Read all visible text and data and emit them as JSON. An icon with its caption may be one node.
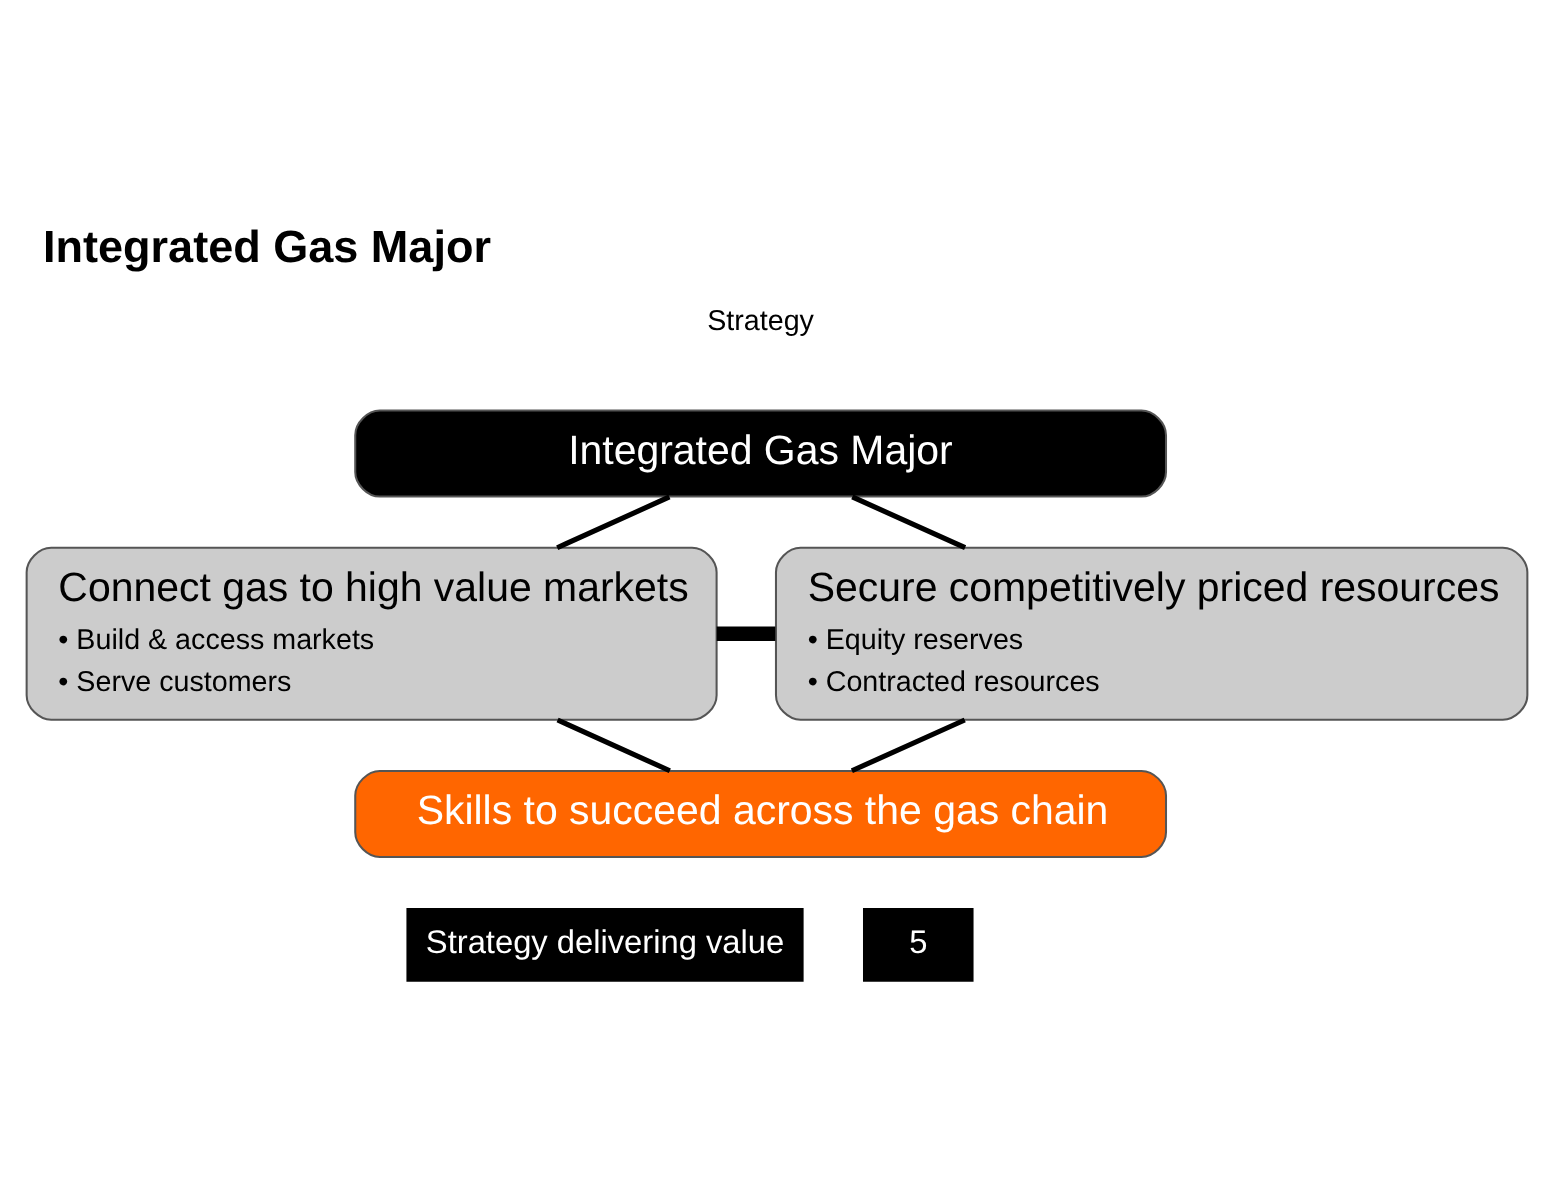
{
  "diagram": {
    "title": "Integrated Gas Major",
    "nodes": [
      {
        "text": [
          "Integrated Gas Major"
        ]
      },
      {
        "text": [
          "Connect gas to high value markets",
          "• Build & access markets",
          "• Serve customers"
        ]
      },
      {
        "text": [
          "Secure competitively priced resources",
          "• Equity reserves",
          "• Contracted resources"
        ]
      },
      {
        "text": [
          "Skills to succeed across the gas chain"
        ]
      }
    ],
    "edges": [
      {
        "from": 0,
        "to": 1,
        "arrow": "none"
      },
      {
        "from": 0,
        "to": 2,
        "arrow": "none"
      },
      {
        "from": 1,
        "to": 2,
        "arrow": "none",
        "style": "thick"
      },
      {
        "from": 1,
        "to": 3,
        "arrow": "none"
      },
      {
        "from": 2,
        "to": 3,
        "arrow": "none"
      }
    ],
    "labels": [
      "Strategy",
      "Strategy delivering value",
      "5"
    ]
  }
}
